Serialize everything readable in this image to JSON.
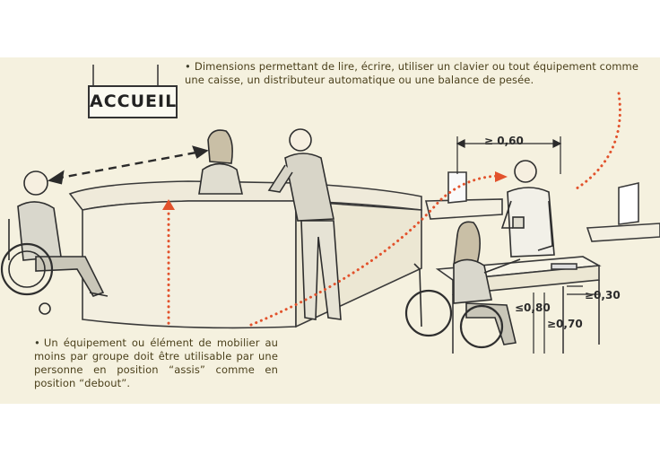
{
  "sign": {
    "label": "ACCUEIL"
  },
  "notes": {
    "top": {
      "bullet": "•",
      "text": "Dimensions permettant de lire, écrire, utiliser un clavier ou tout équipement comme une caisse, un distributeur automatique ou une balance de pesée."
    },
    "bottom": {
      "bullet": "•",
      "text": "Un équipement ou élément de mobilier au moins par groupe doit être utilisable par une personne en position “assis” comme en position “debout”."
    }
  },
  "dimensions": {
    "width_top": "≥ 0,60",
    "height_low": "≤0,80",
    "knee_height": "≥0,70",
    "depth": "≥0,30"
  },
  "colors": {
    "accent_red": "#e2522c",
    "ink": "#2b2b2b",
    "paper": "#f5f1df"
  }
}
